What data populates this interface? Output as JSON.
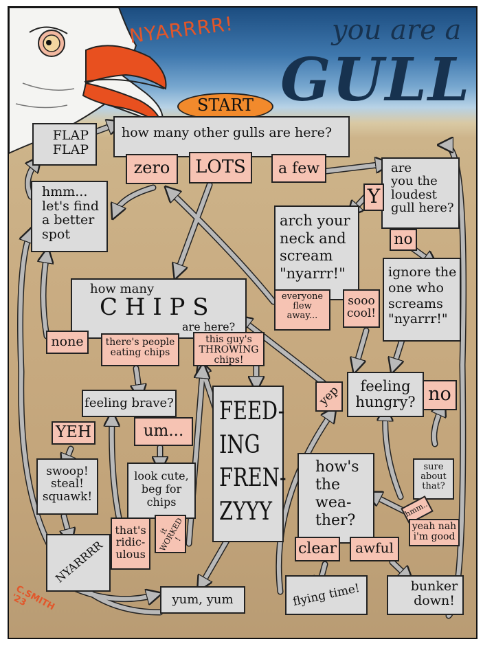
{
  "header": {
    "shout": "NYARRRR!",
    "title_line1": "you are a",
    "title_line2": "GULL"
  },
  "nodes": {
    "start": "START",
    "flap": "FLAP\nFLAP",
    "how_many_gulls": "how many other gulls are here?",
    "zero": "zero",
    "lots": "LOTS",
    "a_few": "a few",
    "hmm_better_spot": "hmm...\nlet's find\na better\nspot",
    "are_you_loudest": "are\nyou the\nloudest\ngull here?",
    "y": "Y",
    "no_loudest": "no",
    "arch_neck": "arch your\nneck and\nscream\n\"nyarrr!\"",
    "ignore": "ignore the\none who\nscreams\n\"nyarrr!\"",
    "how_many": "how many",
    "chips": "C H I P S",
    "are_here": "are here?",
    "everyone_flew": "everyone\nflew\naway...",
    "sooo_cool": "sooo\ncool!",
    "none": "none",
    "people_eating": "there's people\neating chips",
    "throwing": "this guy's\nTHROWING\nchips!",
    "feeling_brave": "feeling brave?",
    "yeh": "YEH",
    "um": "um...",
    "feeding_frenzy": "FEED-\nING\nFREN-\nZYYY",
    "yep": "yep",
    "feeling_hungry": "feeling\nhungry?",
    "no_hungry": "no",
    "swoop": "swoop!\nsteal!\nsquawk!",
    "look_cute": "look cute,\nbeg for\nchips",
    "weather": "how's\nthe\nwea-\nther?",
    "sure": "sure\nabout\nthat?",
    "hmm_small": "hmm...",
    "yeah_nah": "yeah nah\ni'm good",
    "nyarrrr": "NYARRRR",
    "ridiculous": "that's\nridic-\nulous",
    "it_worked": "it\nWORKED\n!",
    "clear": "clear",
    "awful": "awful",
    "yum": "yum, yum",
    "flying": "flying time!",
    "bunker": "bunker\ndown!"
  },
  "signature": "C.SMITH\n'23",
  "colors": {
    "box_grey": "#dcdcdc",
    "box_pink": "#f6c3b3",
    "start_orange": "#f28a2c",
    "arrow_grey": "#b9b9b9",
    "sky_top": "#1c4d80",
    "sand": "#c9ac82",
    "beak": "#e8501f",
    "shout": "#e2562a",
    "title": "#17324f"
  }
}
